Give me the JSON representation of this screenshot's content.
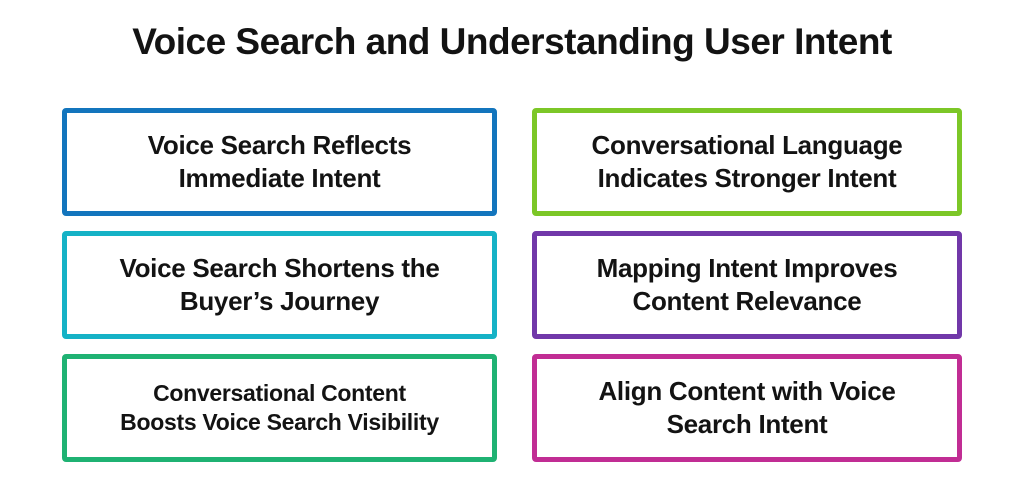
{
  "title": "Voice Search and Understanding User Intent",
  "text_color": "#131313",
  "background_color": "#ffffff",
  "cards": [
    {
      "label": "Voice Search Reflects\nImmediate Intent",
      "border_color": "#1375bd"
    },
    {
      "label": "Conversational Language\nIndicates Stronger Intent",
      "border_color": "#7cc727"
    },
    {
      "label": "Voice Search Shortens the\nBuyer’s Journey",
      "border_color": "#15b2c6"
    },
    {
      "label": "Mapping Intent Improves\nContent Relevance",
      "border_color": "#7138a9"
    },
    {
      "label": "Conversational Content\nBoosts Voice Search Visibility",
      "border_color": "#1fb273"
    },
    {
      "label": "Align Content with Voice\nSearch Intent",
      "border_color": "#c12d94"
    }
  ]
}
